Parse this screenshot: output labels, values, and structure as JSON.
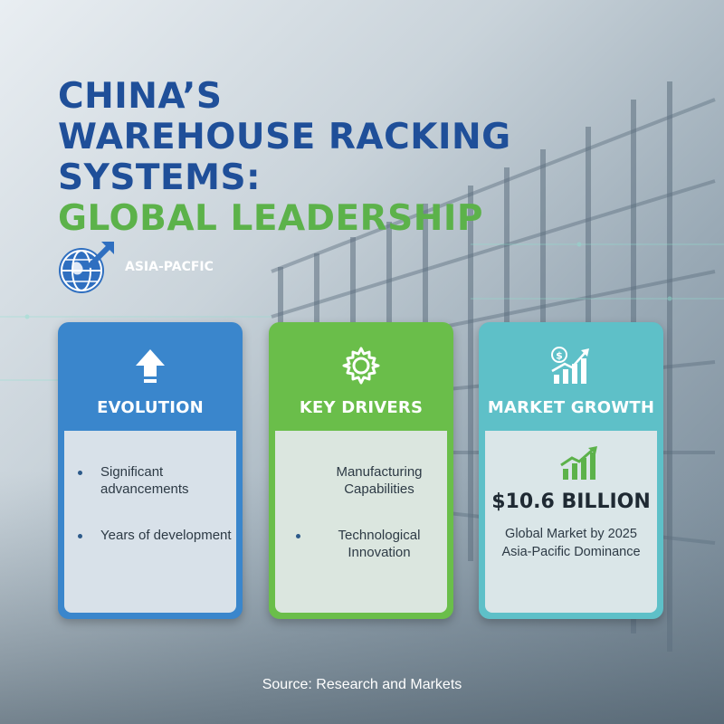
{
  "title": {
    "line1": "CHINA’S",
    "line2": "WAREHOUSE RACKING SYSTEMS:",
    "line3": "GLOBAL LEADERSHIP"
  },
  "region": {
    "label": "ASIA-PACFIC",
    "icon": "globe-arrow-icon"
  },
  "cards": [
    {
      "heading": "EVOLUTION",
      "icon": "up-arrow-icon",
      "color": "#3a86cc",
      "items": [
        "Significant advancements",
        "Years of development"
      ]
    },
    {
      "heading": "KEY DRIVERS",
      "icon": "gear-icon",
      "color": "#6abe4a",
      "items": [
        "Manufacturing Capabilities",
        "Technological Innovation"
      ]
    },
    {
      "heading": "MARKET GROWTH",
      "icon": "dollar-growth-chart-icon",
      "color": "#5ec0c8",
      "amount": "$10.6 BILLION",
      "lines": [
        "Global Market by 2025",
        "Asia-Pacific Dominance"
      ]
    }
  ],
  "source": "Source: Research and Markets",
  "colors": {
    "title_blue": "#1f4f99",
    "title_green": "#5cb24a"
  }
}
